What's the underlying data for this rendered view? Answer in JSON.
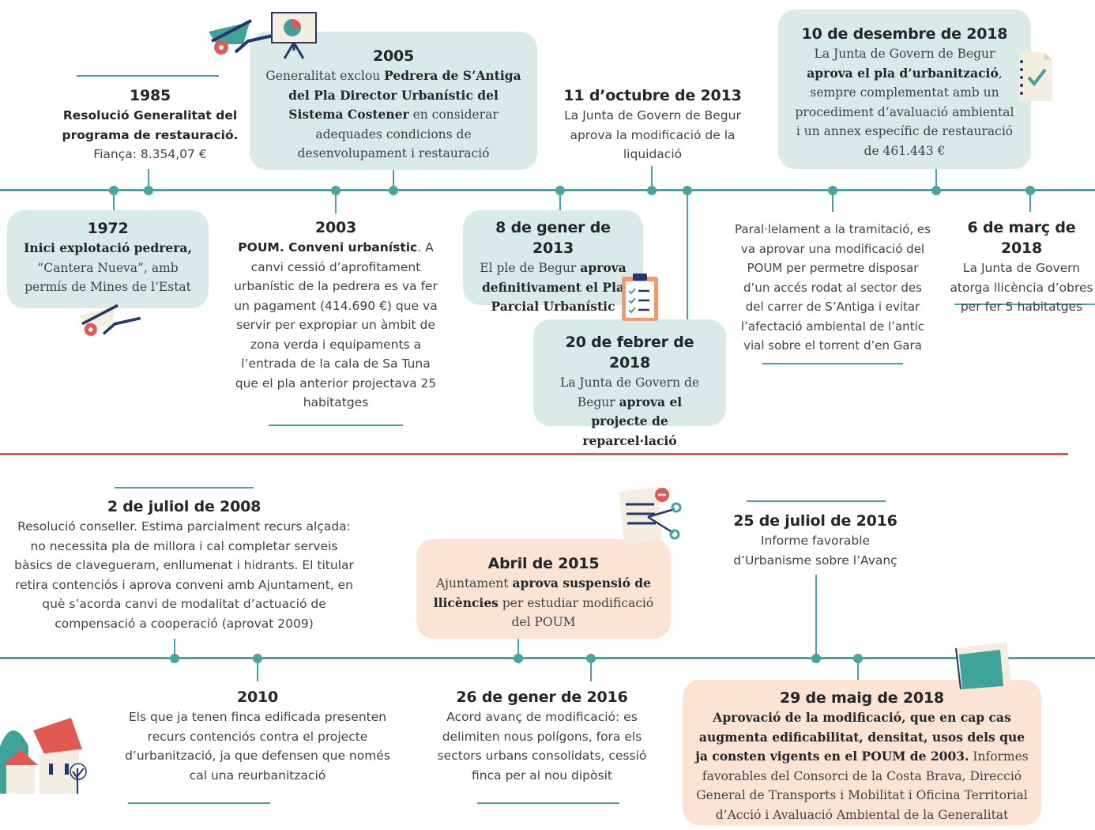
{
  "colors": {
    "teal": "#48a4a4",
    "teal_box": "#d9ebe9",
    "peach_box": "#fbe4d4",
    "separator": "#e05a52"
  },
  "top_events": [
    {
      "date": "1985",
      "bold": "Resolució Generalitat del programa de restauració.",
      "text": "Fiança: 8.354,07 €"
    },
    {
      "date": "1972",
      "bold": "Inici explotació pedrera,",
      "text": "“Cantera Nueva”, amb permís de Mines de l’Estat"
    },
    {
      "date": "2005",
      "text_a": "Generalitat exclou ",
      "bold": "Pedrera de S’Antiga del Pla Director Urbanístic del Sistema Costener",
      "text_b": " en considerar adequades condicions de desenvolupament i restauració"
    },
    {
      "date": "2003",
      "bold": "POUM. Conveni urbanístic",
      "text": ". A canvi cessió d’aprofitament urbanístic de la pedrera es va fer un pagament (414.690 €) que va servir per expropiar un àmbit de zona verda i equipaments a l’entrada de la cala de Sa Tuna que el pla anterior projectava 25 habitatges"
    },
    {
      "date": "8 de gener de 2013",
      "text": "El ple de Begur ",
      "bold": "aprova definitivament el Pla Parcial Urbanístic"
    },
    {
      "date": "11 d’octubre de 2013",
      "text": "La Junta de Govern de Begur aprova la modificació de la liquidació"
    },
    {
      "date": "20 de febrer de 2018",
      "text": "La Junta de Govern de Begur ",
      "bold": "aprova el projecte de reparcel·lació"
    },
    {
      "date": "10 de desembre de 2018",
      "text_a": "La Junta de Govern de Begur ",
      "bold": "aprova el pla d’urbanització",
      "text_b": ", sempre complementat amb un procediment d’avaluació ambiental i un annex específic de restauració de 461.443 €"
    },
    {
      "text": "Paral·lelament a la tramitació, es va aprovar una modificació del POUM per permetre disposar d’un accés rodat al sector des del carrer de S’Antiga i evitar l’afectació ambiental de l’antic vial sobre el torrent d’en Gara"
    },
    {
      "date": "6 de març de 2018",
      "text": "La Junta de Govern atorga llicència d’obres per fer 5 habitatges"
    }
  ],
  "bottom_events": [
    {
      "date": "2 de juliol de 2008",
      "text": "Resolució conseller. Estima parcialment recurs alçada: no necessita pla de millora i cal completar serveis bàsics de clavegueram, enllumenat i hidrants. El titular retira contenciós i aprova conveni amb Ajuntament, en què s’acorda canvi de modalitat d’actuació de compensació a cooperació (aprovat 2009)"
    },
    {
      "date": "2010",
      "text": "Els que ja tenen finca edificada presenten recurs contenciós contra el projecte d’urbanització, ja que defensen que només cal una reurbanització"
    },
    {
      "date": "Abril de 2015",
      "text_a": "Ajuntament ",
      "bold": "aprova suspensió de llicències",
      "text_b": " per estudiar modificació del POUM"
    },
    {
      "date": "26 de gener de 2016",
      "text": "Acord avanç de modificació: es delimiten nous polígons, fora els sectors urbans consolidats, cessió finca per al nou dipòsit"
    },
    {
      "date": "25 de juliol de 2016",
      "text": "Informe favorable d’Urbanisme sobre l’Avanç"
    },
    {
      "date": "29 de maig de 2018",
      "bold": "Aprovació de la modificació, que en cap cas augmenta edificabilitat, densitat, usos dels que ja consten vigents en el POUM de 2003.",
      "text": " Informes favorables del Consorci de la Costa Brava, Direcció General de Transports i Mobilitat i Oficina Territorial d’Acció i Avaluació Ambiental de la Generalitat"
    }
  ],
  "icons": [
    "wheelbarrow-icon",
    "presentation-board-icon",
    "clipboard-checklist-icon",
    "document-check-icon",
    "document-scissors-icon",
    "folder-icon",
    "houses-icon"
  ]
}
